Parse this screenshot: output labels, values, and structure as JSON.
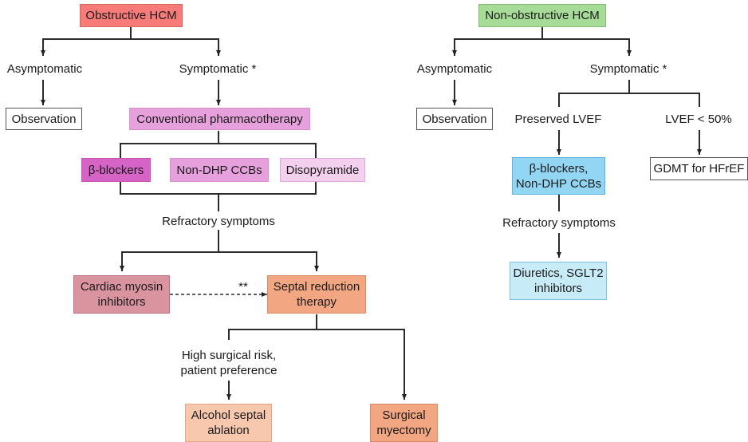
{
  "left": {
    "root": {
      "label": "Obstructive HCM",
      "color": "#f77b78"
    },
    "asymptomatic": "Asymptomatic",
    "symptomatic": "Symptomatic *",
    "observation": "Observation",
    "conventional": {
      "label": "Conventional pharmacotherapy",
      "color": "#e6a1dc"
    },
    "beta_blockers": {
      "label": "β-blockers",
      "color": "#d664c6"
    },
    "non_dhp": {
      "label": "Non-DHP CCBs",
      "color": "#e6a1dc"
    },
    "disopyramide": {
      "label": "Disopyramide",
      "color": "#f3d0ee"
    },
    "refractory": "Refractory symptoms",
    "cmi": {
      "label": "Cardiac myosin inhibitors",
      "color": "#d9949f"
    },
    "cmi_annotation": "**",
    "srt": {
      "label": "Septal reduction therapy",
      "color": "#f2a682"
    },
    "high_risk": "High surgical risk, patient preference",
    "alcohol": {
      "label": "Alcohol septal ablation",
      "color": "#f8c8ae"
    },
    "myectomy": {
      "label": "Surgical myectomy",
      "color": "#f2a682"
    }
  },
  "right": {
    "root": {
      "label": "Non-obstructive HCM",
      "color": "#a7dc98"
    },
    "asymptomatic": "Asymptomatic",
    "symptomatic": "Symptomatic *",
    "observation": "Observation",
    "preserved": "Preserved LVEF",
    "reduced": "LVEF < 50%",
    "bb_ccb": {
      "label": "β-blockers, Non-DHP CCBs",
      "color": "#93d6f3"
    },
    "gdmt": "GDMT for HFrEF",
    "refractory": "Refractory symptoms",
    "diuretics": {
      "label": "Diuretics, SGLT2 inhibitors",
      "color": "#c8ebf8"
    }
  }
}
